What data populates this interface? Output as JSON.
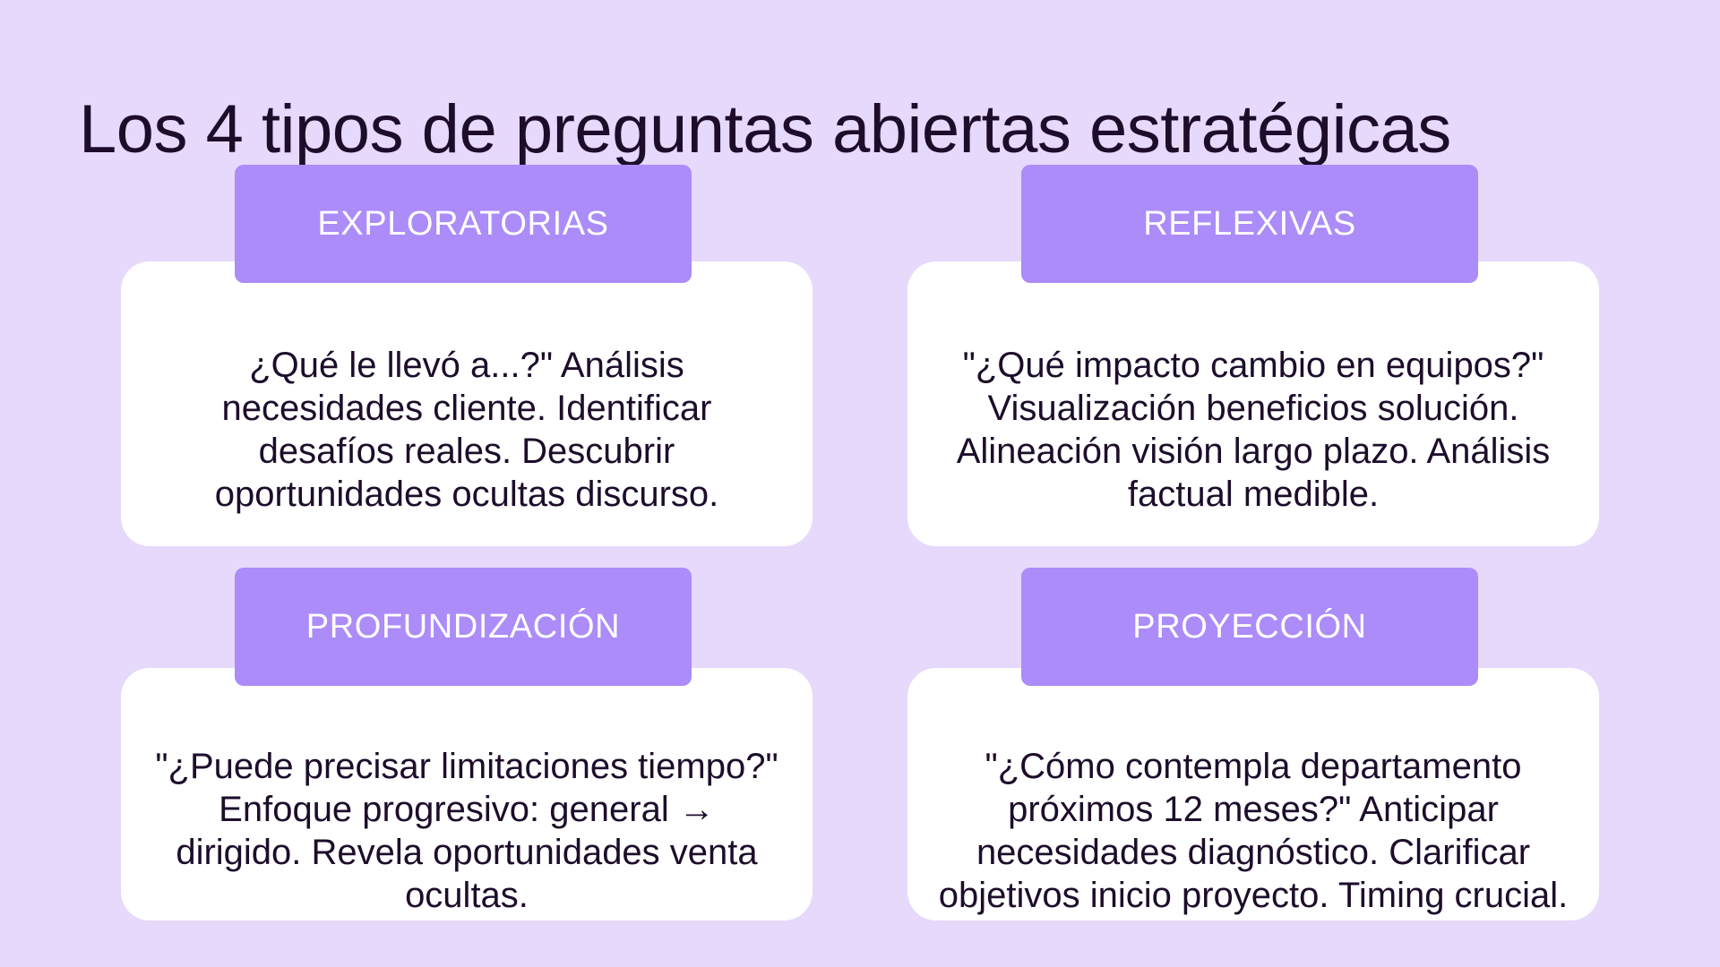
{
  "title": "Los 4 tipos de preguntas abiertas estratégicas",
  "colors": {
    "background": "#e6d9fb",
    "badge": "#ab8cf9",
    "card": "#ffffff",
    "text": "#1d0d2b",
    "badge_text": "#ffffff"
  },
  "cards": [
    {
      "label": "EXPLORATORIAS",
      "body": "¿Qué le llevó a...?\" Análisis necesidades cliente. Identificar desafíos reales. Descubrir oportunidades ocultas discurso."
    },
    {
      "label": "REFLEXIVAS",
      "body": "\"¿Qué impacto cambio en equipos?\" Visualización beneficios solución. Alineación visión largo plazo. Análisis factual medible."
    },
    {
      "label": "PROFUNDIZACIÓN",
      "body": "\"¿Puede precisar limitaciones tiempo?\" Enfoque progresivo: general → dirigido. Revela oportunidades venta ocultas."
    },
    {
      "label": "PROYECCIÓN",
      "body": "\"¿Cómo contempla departamento próximos 12 meses?\" Anticipar necesidades diagnóstico. Clarificar objetivos inicio proyecto. Timing crucial."
    }
  ]
}
